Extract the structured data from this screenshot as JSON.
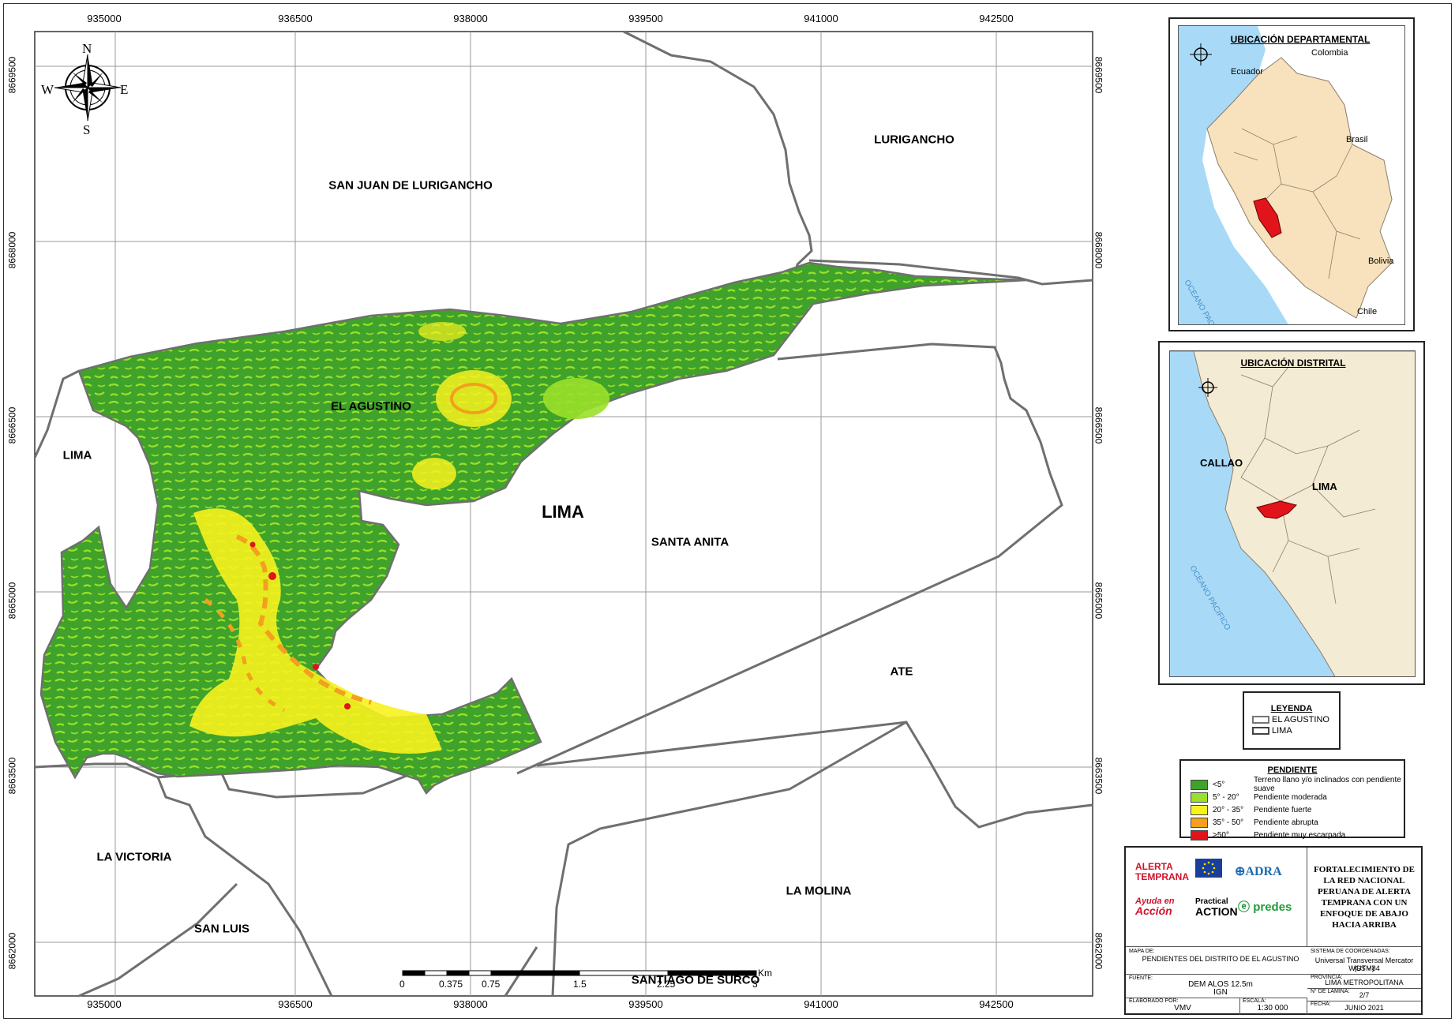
{
  "map": {
    "top_coords": [
      "935000",
      "936500",
      "938000",
      "939500",
      "941000",
      "942500"
    ],
    "bottom_coords": [
      "935000",
      "936500",
      "938000",
      "939500",
      "941000",
      "942500"
    ],
    "left_coords": [
      "8669500",
      "8668000",
      "8666500",
      "8665000",
      "8663500",
      "8662000"
    ],
    "right_coords": [
      "8669500",
      "8668000",
      "8666500",
      "8665000",
      "8663500",
      "8662000"
    ],
    "north_arrow": {
      "n": "N",
      "s": "S",
      "e": "E",
      "w": "W"
    },
    "places": {
      "sjl": "SAN JUAN DE LURIGANCHO",
      "lurigancho": "LURIGANCHO",
      "el_agustino": "EL AGUSTINO",
      "lima_small": "LIMA",
      "lima_big": "LIMA",
      "santa_anita": "SANTA ANITA",
      "ate": "ATE",
      "la_victoria": "LA VICTORIA",
      "la_molina": "LA MOLINA",
      "san_luis": "SAN LUIS",
      "santiago_de_surco": "SANTIAGO DE SURCO"
    },
    "scale_bar": {
      "ticks": [
        "0",
        "0.375",
        "0.75",
        "1.5",
        "2.25",
        "3"
      ],
      "unit": "Km"
    },
    "colors": {
      "flat": "#3fa22a",
      "moderate": "#9be02a",
      "strong": "#f7f21e",
      "abrupt": "#f2a01e",
      "very_steep": "#e1131b",
      "boundary": "#6f6f6f",
      "ocean": "#a8daf7",
      "land": "#f7e2bd"
    }
  },
  "inset_departamental": {
    "title": "UBICACIÓN DEPARTAMENTAL",
    "labels": {
      "colombia": "Colombia",
      "ecuador": "Ecuador",
      "brasil": "Brasil",
      "bolivia": "Bolivia",
      "chile": "Chile",
      "ocean": "OCEANO PACIFICO"
    }
  },
  "inset_distrital": {
    "title": "UBICACIÓN DISTRITAL",
    "labels": {
      "callao": "CALLAO",
      "lima": "LIMA",
      "ocean": "OCEANO PACIFICO"
    }
  },
  "legend": {
    "title": "LEYENDA",
    "items": [
      "EL AGUSTINO",
      "LIMA"
    ]
  },
  "slope_legend": {
    "title": "PENDIENTE",
    "items": [
      {
        "range": "<5°",
        "desc": "Terreno llano y/o inclinados con pendiente suave",
        "color": "#3fa22a"
      },
      {
        "range": "5° - 20°",
        "desc": "Pendiente moderada",
        "color": "#9be02a"
      },
      {
        "range": "20° - 35°",
        "desc": "Pendiente fuerte",
        "color": "#f7f21e"
      },
      {
        "range": "35° - 50°",
        "desc": "Pendiente abrupta",
        "color": "#f2a01e"
      },
      {
        "range": ">50°",
        "desc": "Pendiente muy escarpada",
        "color": "#e1131b"
      }
    ]
  },
  "title_block": {
    "project_title": "FORTALECIMIENTO DE LA RED NACIONAL PERUANA DE ALERTA TEMPRANA CON UN ENFOQUE DE ABAJO HACIA ARRIBA",
    "logos": {
      "alerta1": "ALERTA",
      "alerta2": "TEMPRANA",
      "adra": "ADRA",
      "ayuda1": "Ayuda en",
      "ayuda2": "Acción",
      "practical": "Practical",
      "action": "ACTION",
      "predes": "predes"
    },
    "mapa_de_label": "MAPA DE:",
    "mapa_de_value": "PENDIENTES DEL DISTRITO DE EL AGUSTINO",
    "fuente_label": "FUENTE:",
    "fuente_value1": "DEM ALOS 12.5m",
    "fuente_value2": "IGN",
    "elaborado_label": "ELABORADO POR:",
    "elaborado_value": "VMV",
    "escala_label": "ESCALA:",
    "escala_value": "1:30 000",
    "sistema_label": "SISTEMA DE COORDENADAS:",
    "sistema_value1": "Universal Transversal Mercator (UTM)",
    "sistema_value2": "WGS - 84",
    "provincia_label": "PROVINCIA:",
    "provincia_value": "LIMA METROPOLITANA",
    "lamina_label": "N° DE LAMINA:",
    "lamina_value": "2/7",
    "fecha_label": "FECHA:",
    "fecha_value": "JUNIO 2021"
  }
}
